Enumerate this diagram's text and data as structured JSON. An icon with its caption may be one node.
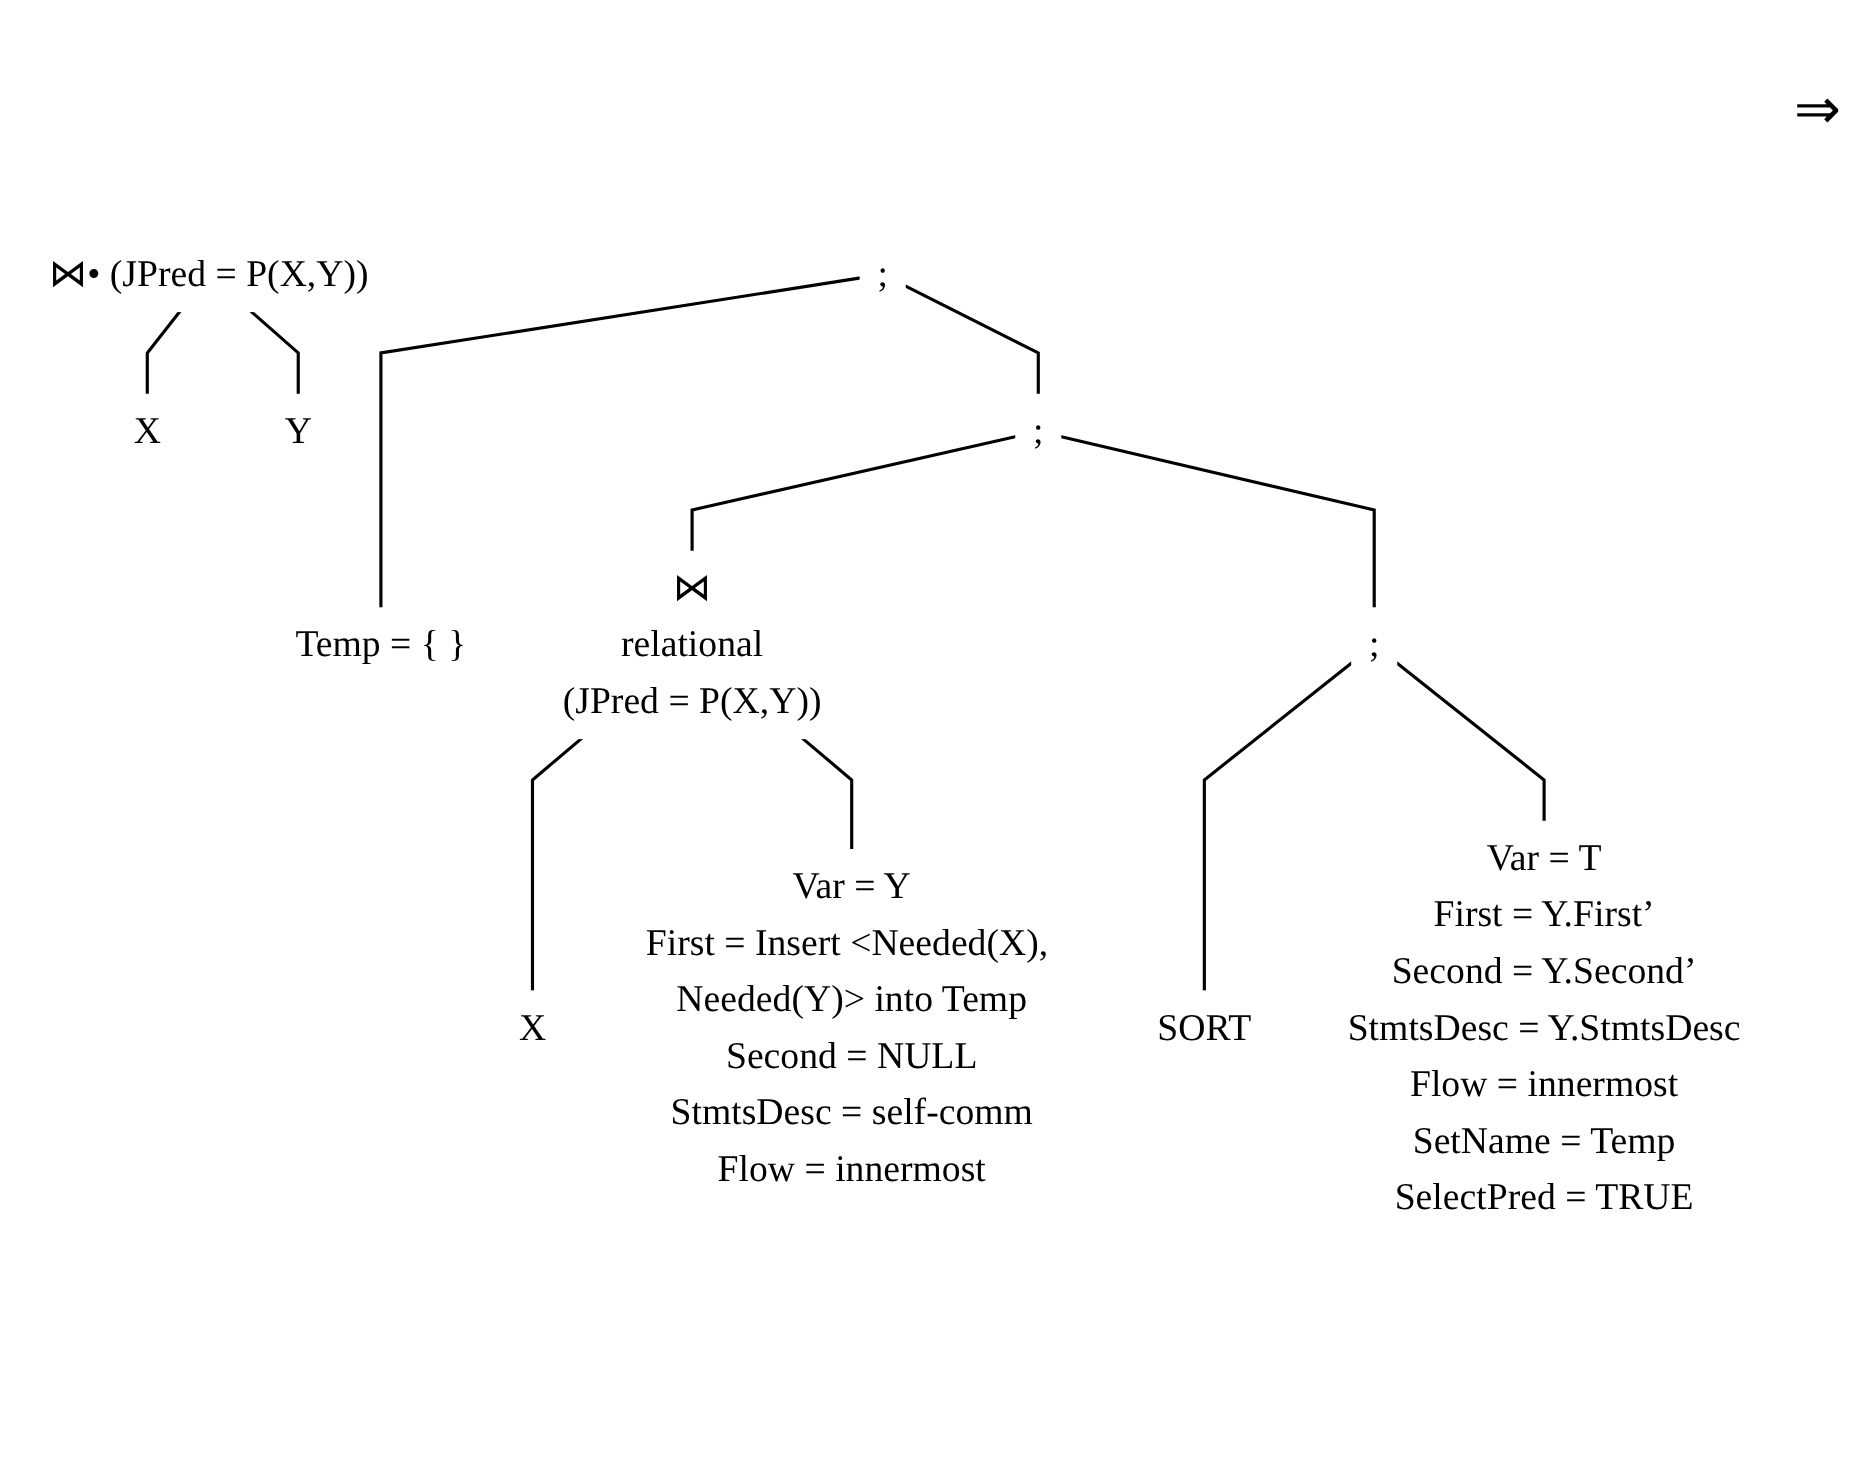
{
  "diagram": {
    "nodes": [
      {
        "text": [
          "⋈• (JPred = P(X,Y))"
        ]
      },
      {
        "text": [
          "X"
        ]
      },
      {
        "text": [
          "Y"
        ]
      },
      {
        "text": [
          ";"
        ]
      },
      {
        "text": [
          "Temp = { }"
        ]
      },
      {
        "text": [
          ";"
        ]
      },
      {
        "text": [
          "⋈",
          "relational",
          "(JPred = P(X,Y))"
        ]
      },
      {
        "text": [
          ";"
        ]
      },
      {
        "text": [
          "X"
        ]
      },
      {
        "text": [
          "Var = Y",
          "First = Insert <Needed(X), Needed(Y)> into Temp",
          "Second = NULL",
          "StmtsDesc = self-comm",
          "Flow = innermost"
        ]
      },
      {
        "text": [
          "SORT"
        ]
      },
      {
        "text": [
          "Var = T",
          "First = Y.First’",
          "Second = Y.Second’",
          "StmtsDesc = Y.StmtsDesc",
          "Flow = innermost",
          "SetName = Temp",
          "SelectPred = TRUE"
        ]
      }
    ],
    "edges": [
      {
        "from": 0,
        "to": 1,
        "arrow": "none"
      },
      {
        "from": 0,
        "to": 2,
        "arrow": "none"
      },
      {
        "from": 3,
        "to": 4,
        "arrow": "none"
      },
      {
        "from": 3,
        "to": 5,
        "arrow": "none"
      },
      {
        "from": 5,
        "to": 6,
        "arrow": "none"
      },
      {
        "from": 5,
        "to": 7,
        "arrow": "none"
      },
      {
        "from": 6,
        "to": 8,
        "arrow": "none"
      },
      {
        "from": 6,
        "to": 9,
        "arrow": "none"
      },
      {
        "from": 7,
        "to": 10,
        "arrow": "none"
      },
      {
        "from": 7,
        "to": 11,
        "arrow": "none"
      }
    ],
    "labels": [
      "⇒"
    ]
  }
}
